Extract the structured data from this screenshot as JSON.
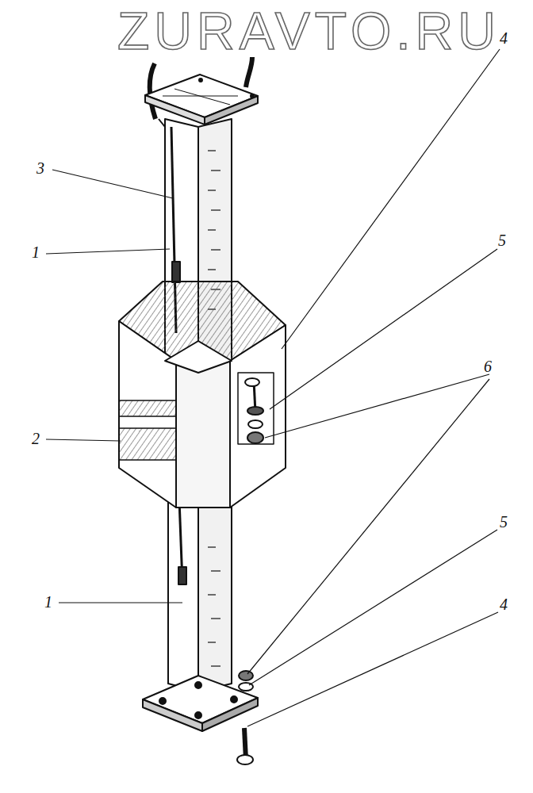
{
  "diagram": {
    "labels": [
      "ZURAVTO.RU",
      "3",
      "1",
      "2",
      "1",
      "4",
      "5",
      "6",
      "5",
      "4"
    ]
  }
}
